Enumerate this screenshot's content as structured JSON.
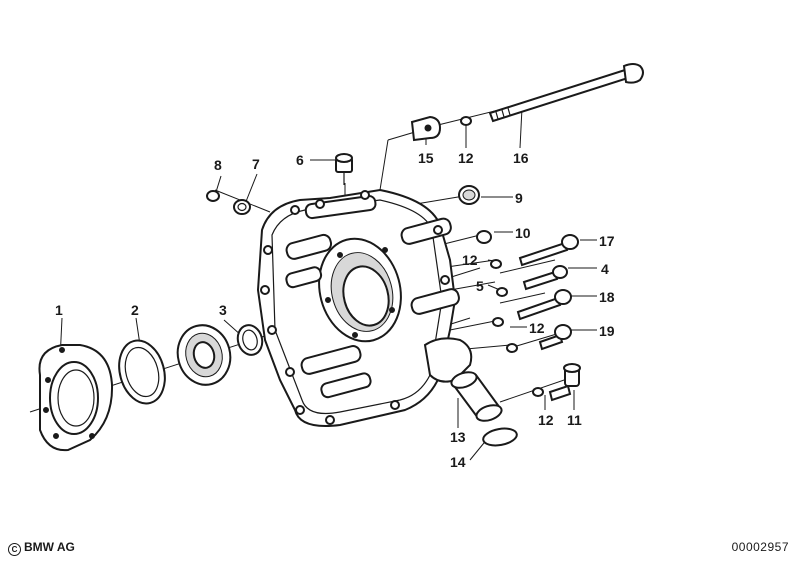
{
  "diagram": {
    "callouts": [
      "1",
      "2",
      "3",
      "4",
      "5",
      "6",
      "7",
      "8",
      "9",
      "10",
      "11",
      "12",
      "12",
      "12",
      "12",
      "13",
      "14",
      "15",
      "16",
      "17",
      "18",
      "19"
    ]
  },
  "footer": {
    "copyright": "BMW AG",
    "doc_number": "00002957"
  }
}
